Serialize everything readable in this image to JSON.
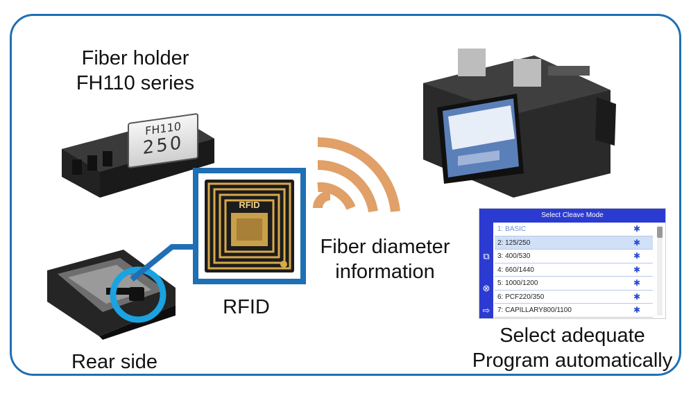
{
  "labels": {
    "holder_line1": "Fiber holder",
    "holder_line2": "FH110 series",
    "rear_side": "Rear side",
    "rfid": "RFID",
    "fiber_line1": "Fiber diameter",
    "fiber_line2": "information",
    "auto_line1": "Select adequate",
    "auto_line2": "Program automatically"
  },
  "holder_tag": {
    "model": "FH110",
    "size": "250"
  },
  "chip_text": "RFID",
  "panel": {
    "title": "Select Cleave Mode",
    "items": [
      "1: BASIC",
      "2: 125/250",
      "3: 400/530",
      "4: 660/1440",
      "5: 1000/1200",
      "6: PCF220/350",
      "7: CAPILLARY800/1100"
    ]
  },
  "colors": {
    "frame": "#1f6fb5",
    "wifi": "#e0a067",
    "panel_header": "#2b3bd1",
    "ring": "#1aa3e0"
  }
}
